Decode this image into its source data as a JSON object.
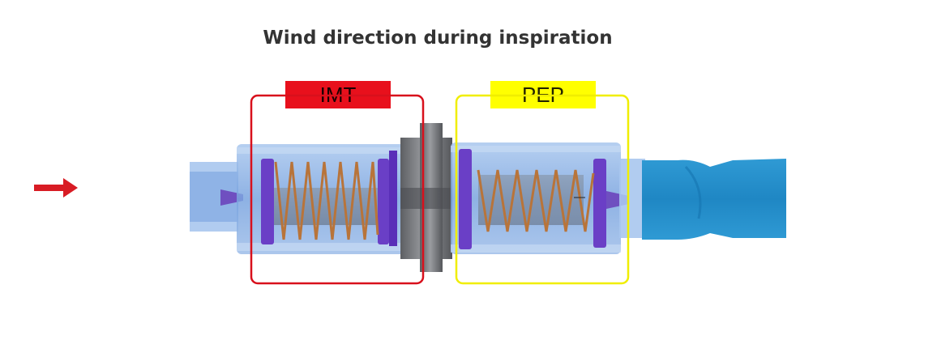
{
  "title": "Wind direction during inspiration",
  "sections": {
    "imt": {
      "label": "IMT",
      "color": "#e8101c"
    },
    "pep": {
      "label": "PEP",
      "color": "#f5f000"
    }
  },
  "icons": {
    "airflow": "right-arrow-icon"
  }
}
